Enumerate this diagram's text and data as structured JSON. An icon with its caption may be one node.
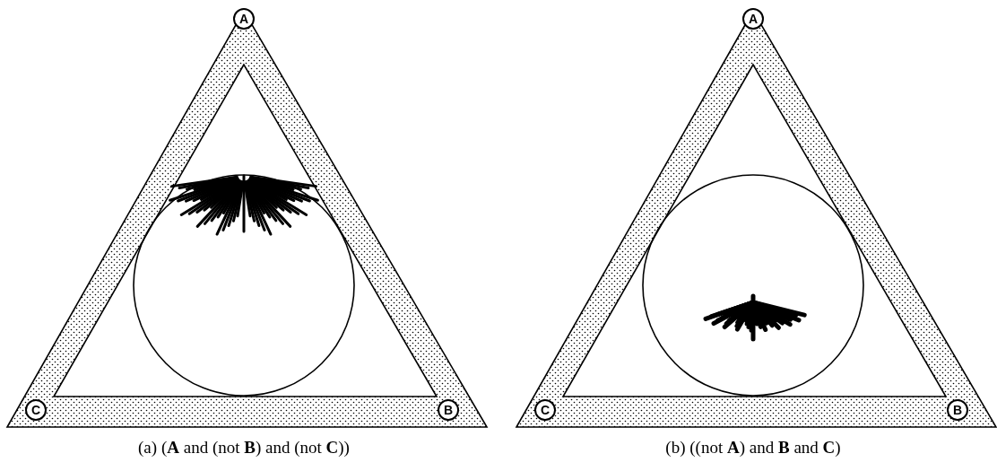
{
  "diagram": {
    "nodes": [
      {
        "text": [
          "A"
        ]
      },
      {
        "text": [
          "C"
        ]
      },
      {
        "text": [
          "B"
        ]
      },
      {
        "text": [
          "A"
        ]
      },
      {
        "text": [
          "C"
        ]
      },
      {
        "text": [
          "B"
        ]
      }
    ],
    "labels": [
      "(a)  (**A** and (not **B**) and (not **C**))",
      "(b)  ((not **A**) and **B** and **C**)"
    ]
  }
}
